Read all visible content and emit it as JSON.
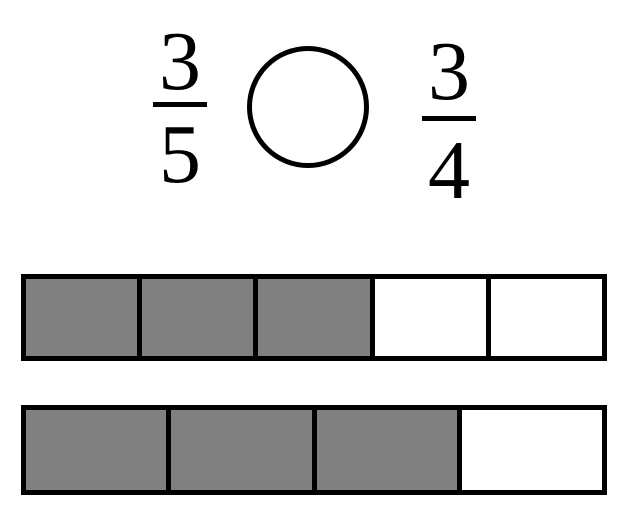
{
  "left_fraction": {
    "numerator": "3",
    "denominator": "5"
  },
  "comparison": {
    "symbol": "",
    "shape": "empty-circle"
  },
  "right_fraction": {
    "numerator": "3",
    "denominator": "4"
  },
  "fraction_strips": [
    {
      "label": "3/5",
      "parts": 5,
      "shaded": 3
    },
    {
      "label": "3/4",
      "parts": 4,
      "shaded": 3
    }
  ],
  "colors": {
    "shaded": "#808080",
    "unshaded": "#ffffff",
    "outline": "#000000"
  }
}
